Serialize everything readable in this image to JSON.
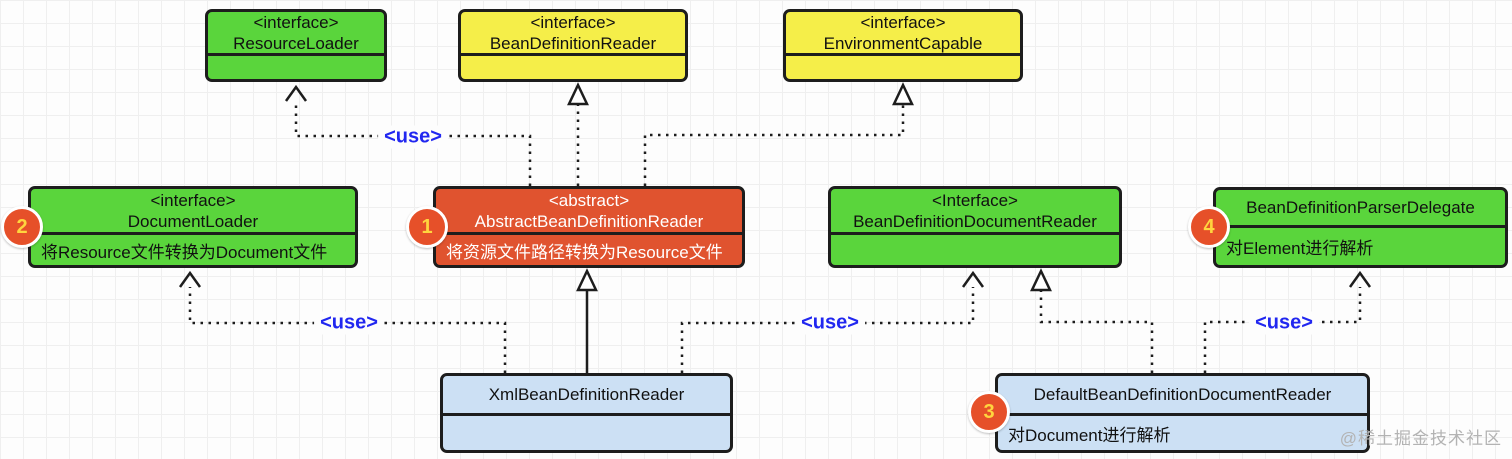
{
  "diagram": {
    "title": "Spring XML BeanDefinition reading UML class diagram",
    "nodes": {
      "resource_loader": {
        "stereotype": "<interface>",
        "name": "ResourceLoader",
        "body": "",
        "color": "#5ad53c"
      },
      "bean_definition_reader": {
        "stereotype": "<interface>",
        "name": "BeanDefinitionReader",
        "body": "",
        "color": "#f5ee49"
      },
      "environment_capable": {
        "stereotype": "<interface>",
        "name": "EnvironmentCapable",
        "body": "",
        "color": "#f5ee49"
      },
      "document_loader": {
        "stereotype": "<interface>",
        "name": "DocumentLoader",
        "body": "将Resource文件转换为Document文件",
        "badge": "2",
        "color": "#5ad53c"
      },
      "abstract_bean_definition_reader": {
        "stereotype": "<abstract>",
        "name": "AbstractBeanDefinitionReader",
        "body": "将资源文件路径转换为Resource文件",
        "badge": "1",
        "color": "#e0532f"
      },
      "bean_definition_document_reader": {
        "stereotype": "<Interface>",
        "name": "BeanDefinitionDocumentReader",
        "body": "",
        "color": "#5ad53c"
      },
      "bean_definition_parser_delegate": {
        "name": "BeanDefinitionParserDelegate",
        "body": "对Element进行解析",
        "badge": "4",
        "color": "#5ad53c"
      },
      "xml_bean_definition_reader": {
        "name": "XmlBeanDefinitionReader",
        "body": "",
        "color": "#cce0f4"
      },
      "default_bean_definition_document_reader": {
        "name": "DefaultBeanDefinitionDocumentReader",
        "body": "对Document进行解析",
        "badge": "3",
        "color": "#cce0f4"
      }
    },
    "edges": [
      {
        "from": "AbstractBeanDefinitionReader",
        "to": "ResourceLoader",
        "type": "dependency",
        "style": "dotted-open-arrow",
        "label": "<use>"
      },
      {
        "from": "AbstractBeanDefinitionReader",
        "to": "BeanDefinitionReader",
        "type": "realization",
        "style": "dotted-hollow-triangle",
        "label": ""
      },
      {
        "from": "AbstractBeanDefinitionReader",
        "to": "EnvironmentCapable",
        "type": "realization",
        "style": "dotted-hollow-triangle",
        "label": ""
      },
      {
        "from": "XmlBeanDefinitionReader",
        "to": "DocumentLoader",
        "type": "dependency",
        "style": "dotted-open-arrow",
        "label": "<use>"
      },
      {
        "from": "XmlBeanDefinitionReader",
        "to": "AbstractBeanDefinitionReader",
        "type": "generalization",
        "style": "solid-hollow-triangle",
        "label": ""
      },
      {
        "from": "XmlBeanDefinitionReader",
        "to": "BeanDefinitionDocumentReader",
        "type": "dependency",
        "style": "dotted-open-arrow",
        "label": "<use>"
      },
      {
        "from": "DefaultBeanDefinitionDocumentReader",
        "to": "BeanDefinitionDocumentReader",
        "type": "realization",
        "style": "dotted-hollow-triangle",
        "label": ""
      },
      {
        "from": "DefaultBeanDefinitionDocumentReader",
        "to": "BeanDefinitionParserDelegate",
        "type": "dependency",
        "style": "dotted-open-arrow",
        "label": "<use>"
      }
    ],
    "use_labels": {
      "use1": "<use>",
      "use2": "<use>",
      "use3": "<use>",
      "use4": "<use>"
    },
    "watermark": "@稀土掘金技术社区",
    "colors": {
      "green": "#5ad53c",
      "yellow": "#f5ee49",
      "red": "#e0532f",
      "light_blue": "#cce0f4",
      "border": "#1d1d1d",
      "badge_background": "#e65029",
      "badge_text": "#ffd53e",
      "use_label_blue": "#2127f0",
      "watermark_gray": "#b3b3b3",
      "background": "#fdfdfd"
    }
  }
}
